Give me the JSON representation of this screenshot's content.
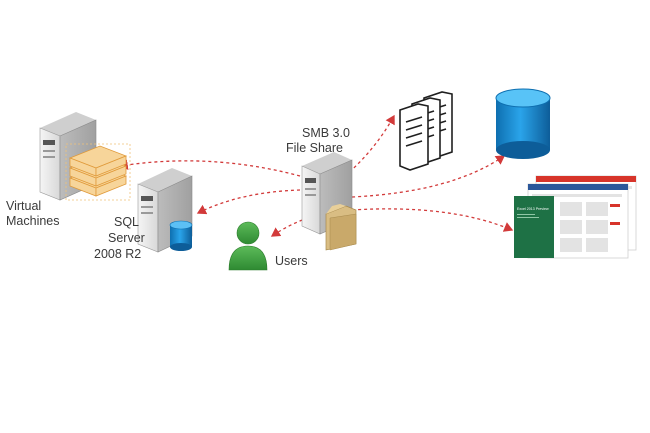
{
  "diagram": {
    "nodes": {
      "vm": {
        "label_line1": "Virtual",
        "label_line2": "Machines",
        "icon": "server-with-vm-boxes-icon"
      },
      "sql": {
        "label_line1": "SQL",
        "label_line2": "Server",
        "label_line3": "2008 R2",
        "icon": "server-with-database-icon"
      },
      "fileshare": {
        "label_line1": "SMB 3.0",
        "label_line2": "File Share",
        "icon": "server-with-folder-icon"
      },
      "users": {
        "label": "Users",
        "icon": "user-icon"
      },
      "documents": {
        "icon": "documents-stack-icon"
      },
      "database": {
        "icon": "database-cylinder-icon"
      },
      "office": {
        "icon": "office-application-screenshots-icon",
        "splash_text": "Excel 2013 Preview"
      }
    },
    "colors": {
      "connector": "#d23a3a",
      "server_body": "#e6e6e6",
      "database": "#1a8fd4",
      "users": "#3e9b3e",
      "folder": "#c9a96a",
      "vm_boxes": "#f0c279",
      "documents": "#1f1f1f",
      "office_green": "#1e7145"
    },
    "connections": [
      {
        "from": "fileshare",
        "to": "vm"
      },
      {
        "from": "fileshare",
        "to": "sql"
      },
      {
        "from": "fileshare",
        "to": "users"
      },
      {
        "from": "fileshare",
        "to": "documents"
      },
      {
        "from": "fileshare",
        "to": "database"
      },
      {
        "from": "fileshare",
        "to": "office"
      }
    ]
  }
}
